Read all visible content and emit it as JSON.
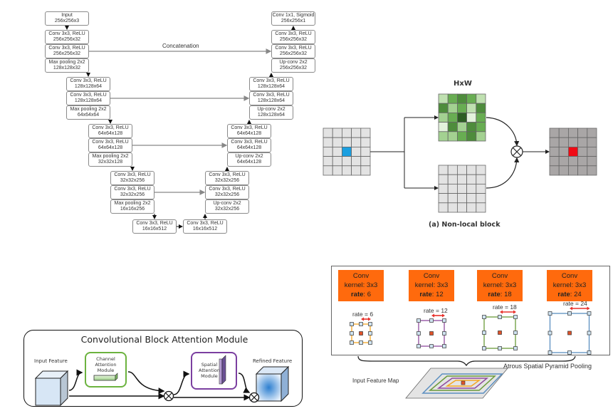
{
  "unet": {
    "encoder": [
      {
        "op": "Input",
        "shape": "256x256x3"
      },
      {
        "op": "Conv 3x3, ReLU",
        "shape": "256x256x32"
      },
      {
        "op": "Conv 3x3, ReLU",
        "shape": "256x256x32"
      },
      {
        "op": "Max pooling 2x2",
        "shape": "128x128x32"
      },
      {
        "op": "Conv 3x3, ReLU",
        "shape": "128x128x64"
      },
      {
        "op": "Conv 3x3, ReLU",
        "shape": "128x128x64"
      },
      {
        "op": "Max pooling 2x2",
        "shape": "64x64x64"
      },
      {
        "op": "Conv 3x3, ReLU",
        "shape": "64x64x128"
      },
      {
        "op": "Conv 3x3, ReLU",
        "shape": "64x64x128"
      },
      {
        "op": "Max pooling 2x2",
        "shape": "32x32x128"
      },
      {
        "op": "Conv 3x3, ReLU",
        "shape": "32x32x256"
      },
      {
        "op": "Conv 3x3, ReLU",
        "shape": "32x32x256"
      },
      {
        "op": "Max pooling 2x2",
        "shape": "16x16x256"
      }
    ],
    "bottleneck": [
      {
        "op": "Conv 3x3, ReLU",
        "shape": "16x16x512"
      },
      {
        "op": "Conv 3x3, ReLU",
        "shape": "16x16x512"
      }
    ],
    "decoder": [
      {
        "op": "Conv 1x1, Sigmoid",
        "shape": "256x256x1"
      },
      {
        "op": "Conv 3x3, ReLU",
        "shape": "256x256x32"
      },
      {
        "op": "Conv 3x3, ReLU",
        "shape": "256x256x32"
      },
      {
        "op": "Up-conv 2x2",
        "shape": "256x256x32"
      },
      {
        "op": "Conv 3x3, ReLU",
        "shape": "128x128x64"
      },
      {
        "op": "Conv 3x3, ReLU",
        "shape": "128x128x64"
      },
      {
        "op": "Up-conv 2x2",
        "shape": "128x128x64"
      },
      {
        "op": "Conv 3x3, ReLU",
        "shape": "64x64x128"
      },
      {
        "op": "Conv 3x3, ReLU",
        "shape": "64x64x128"
      },
      {
        "op": "Up-conv 2x2",
        "shape": "64x64x128"
      },
      {
        "op": "Conv 3x3, ReLU",
        "shape": "32x32x256"
      },
      {
        "op": "Conv 3x3, ReLU",
        "shape": "32x32x256"
      },
      {
        "op": "Up-conv 2x2",
        "shape": "32x32x256"
      }
    ],
    "concat_label": "Concatenation"
  },
  "nonlocal": {
    "title": "HxW",
    "caption": "(a) Non-local block",
    "op_symbol": "⊗",
    "colors": {
      "grid_bg": "#e3e3e3",
      "query": "#1a9fe0",
      "output_bg": "#a9a6a6",
      "output_cell": "#f00a14"
    },
    "attention_shades": [
      [
        "#bfe0b0",
        "#68ad52",
        "#4e8c3c",
        "#68ad52",
        "#bfe0b0"
      ],
      [
        "#4e8c3c",
        "#a3d191",
        "#68ad52",
        "#bfe0b0",
        "#4e8c3c"
      ],
      [
        "#a3d191",
        "#68ad52",
        "#2d5e23",
        "#e3f2dc",
        "#68ad52"
      ],
      [
        "#e3f2dc",
        "#4e8c3c",
        "#a3d191",
        "#4e8c3c",
        "#68ad52"
      ],
      [
        "#a3d191",
        "#a3d191",
        "#68ad52",
        "#4e8c3c",
        "#a3d191"
      ]
    ]
  },
  "cbam": {
    "title": "Convolutional Block Attention Module",
    "input_label": "Input Feature",
    "channel_module": [
      "Channel",
      "Attention",
      "Module"
    ],
    "spatial_module": [
      "Spatial",
      "Attention",
      "Module"
    ],
    "output_label": "Refined Feature",
    "op_symbol": "⊗",
    "colors": {
      "channel": "#6cb33f",
      "spatial": "#7b3fa0"
    }
  },
  "aspp": {
    "branches": [
      {
        "conv": "Conv",
        "kernel_label": "kernel:",
        "kernel": "3x3",
        "rate_label": "rate",
        "rate": "6",
        "dim_label": "rate = 6",
        "color": "#f5a623"
      },
      {
        "conv": "Conv",
        "kernel_label": "kernel:",
        "kernel": "3x3",
        "rate_label": "rate",
        "rate": "12",
        "dim_label": "rate = 12",
        "color": "#8e4a9e"
      },
      {
        "conv": "Conv",
        "kernel_label": "kernel:",
        "kernel": "3x3",
        "rate_label": "rate",
        "rate": "18",
        "dim_label": "rate = 18",
        "color": "#6a9a3a"
      },
      {
        "conv": "Conv",
        "kernel_label": "kernel:",
        "kernel": "3x3",
        "rate_label": "rate",
        "rate": "24",
        "dim_label": "rate = 24",
        "color": "#5b8fc0"
      }
    ],
    "title": "Atrous Spatial Pyramid Pooling",
    "input_label": "Input Feature Map",
    "colors": {
      "box": "#ff6a0d",
      "arrow": "#e8302a",
      "center": "#e0532a",
      "tap": "#cfe3f0"
    }
  }
}
